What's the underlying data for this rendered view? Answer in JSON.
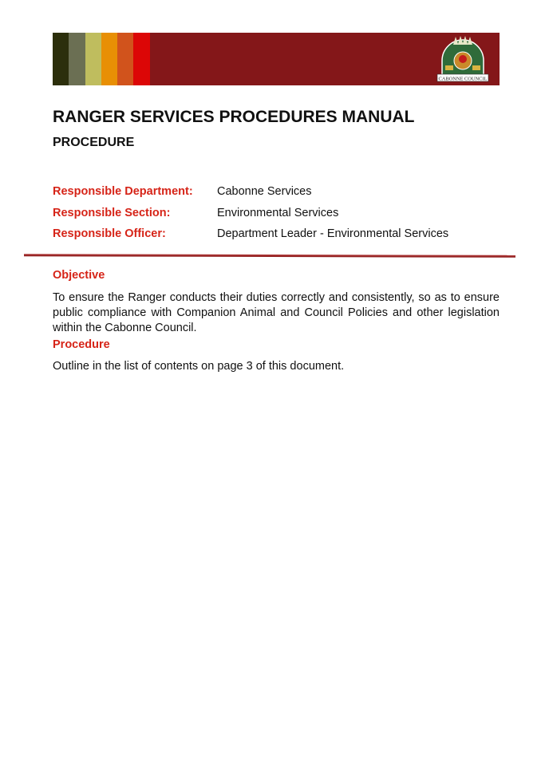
{
  "header": {
    "stripe_colors": [
      "#2c2f0c",
      "#6b6f53",
      "#bfbd5e",
      "#e88f05",
      "#d1531c",
      "#dc0606"
    ],
    "banner_color": "#841719",
    "logo_text": "CABONNE COUNCIL"
  },
  "title": "RANGER SERVICES PROCEDURES MANUAL",
  "subtitle": "PROCEDURE",
  "meta": [
    {
      "label": "Responsible Department:",
      "value": "Cabonne Services"
    },
    {
      "label": "Responsible Section:",
      "value": "Environmental Services"
    },
    {
      "label": "Responsible Officer:",
      "value": "Department Leader - Environmental Services"
    }
  ],
  "sections": [
    {
      "heading": "Objective",
      "text": "To ensure the Ranger conducts their duties correctly and consistently, so as to ensure public compliance with Companion Animal and Council Policies and other legislation within the Cabonne Council."
    },
    {
      "heading": "Procedure",
      "text": "Outline in the list of contents on page 3 of this document."
    }
  ]
}
